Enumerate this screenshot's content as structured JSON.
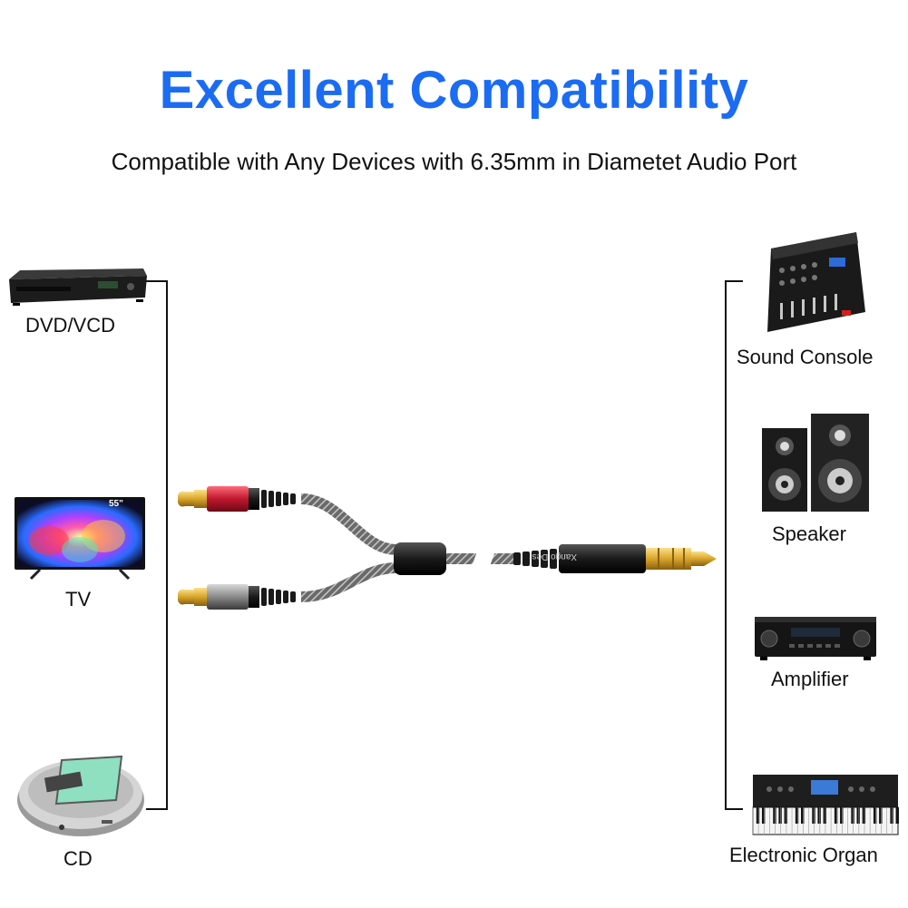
{
  "heading": {
    "title": "Excellent Compatibility",
    "subtitle": "Compatible with Any Devices with 6.35mm in Diametet Audio Port"
  },
  "left_devices": {
    "dvd": "DVD/VCD",
    "tv": "TV",
    "tv_size_badge": "55\"",
    "cd": "CD"
  },
  "right_devices": {
    "console": "Sound Console",
    "speaker": "Speaker",
    "amplifier": "Amplifier",
    "organ": "Electronic Organ"
  },
  "cable": {
    "brand": "Xango Des"
  },
  "colors": {
    "title": "#1b6cf2",
    "red_plug": "#c0182e",
    "gold_tip": "#d8a52a"
  }
}
